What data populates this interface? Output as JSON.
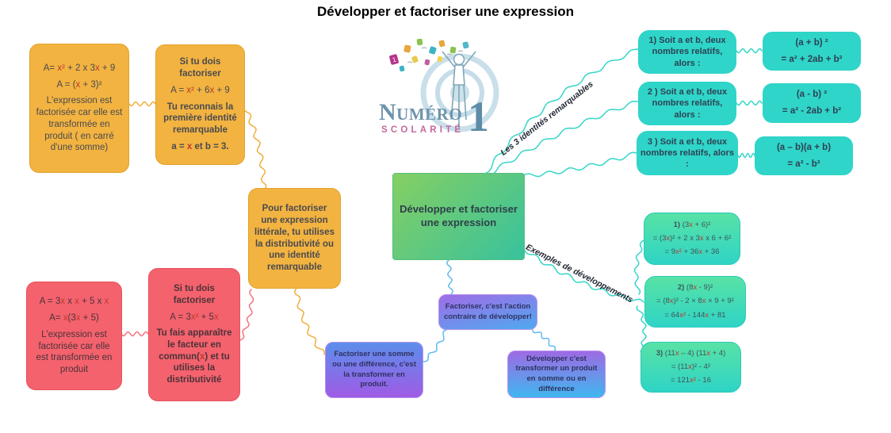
{
  "title": "Développer et factoriser une expression",
  "central": {
    "text": "Développer et factoriser une expression"
  },
  "branch_labels": {
    "identities": "Les 3 identités remarquables",
    "examples": "Exemples de développements"
  },
  "logo": {
    "word1": "Numéro",
    "numeral": "1",
    "word2": "SCOLARITÉ"
  },
  "colors": {
    "yellow_node": "#F2B340",
    "red_node": "#F4626E",
    "teal_node": "#2FD5C8",
    "central_gradient": [
      "#85CF62",
      "#38C29D"
    ],
    "example_gradient": [
      "#58E2A5",
      "#2FD4C6"
    ],
    "purple_blue_gradient": [
      "#9E6AE4",
      "#3FB7EF"
    ],
    "variable_red": "#C0392B",
    "wire_yellow": "#EFAF3C",
    "wire_red": "#F2737E",
    "wire_blue": "#5FB9F2",
    "wire_teal": "#35D6C8"
  },
  "yellow_branch": {
    "box1": {
      "line1": [
        [
          "A= ",
          "d"
        ],
        [
          "x²",
          "r"
        ],
        [
          " + 2 x 3",
          "d"
        ],
        [
          "x",
          "r"
        ],
        [
          " + 9",
          "d"
        ]
      ],
      "line2": [
        [
          "A = (",
          "d"
        ],
        [
          "x",
          "r"
        ],
        [
          " + 3)²",
          "d"
        ]
      ],
      "line3": "L'expression est factorisée car elle est transformée en produit ( en carré d'une somme)"
    },
    "box2": {
      "heading": "Si tu dois factoriser",
      "formula": [
        [
          "A = ",
          "d"
        ],
        [
          "x²",
          "r"
        ],
        [
          " + 6",
          "d"
        ],
        [
          "x",
          "r"
        ],
        [
          " + 9",
          "d"
        ]
      ],
      "body": "Tu reconnais la première identité remarquable",
      "conclusion": [
        [
          "a = ",
          "d"
        ],
        [
          "x",
          "r"
        ],
        [
          " et b = 3.",
          "d"
        ]
      ]
    },
    "box3": {
      "text": "Pour factoriser une expression littérale, tu utilises la distributivité ou une identité remarquable"
    }
  },
  "red_branch": {
    "box1": {
      "line1": [
        [
          "A = 3",
          "d"
        ],
        [
          "x",
          "r"
        ],
        [
          " x ",
          "d"
        ],
        [
          "x",
          "r"
        ],
        [
          " + 5 x ",
          "d"
        ],
        [
          "x",
          "r"
        ]
      ],
      "line2": [
        [
          "A= ",
          "d"
        ],
        [
          "x",
          "r"
        ],
        [
          "(3",
          "d"
        ],
        [
          "x",
          "r"
        ],
        [
          " + 5)",
          "d"
        ]
      ],
      "line3": "L'expression est factorisée car elle est transformée en produit"
    },
    "box2": {
      "heading": "Si tu dois factoriser",
      "formula": [
        [
          "A = 3",
          "d"
        ],
        [
          "x²",
          "r"
        ],
        [
          " + 5",
          "d"
        ],
        [
          "x",
          "r"
        ]
      ],
      "body": [
        [
          "Tu fais apparaître le facteur en commun(",
          "d"
        ],
        [
          "x",
          "r"
        ],
        [
          ") et tu utilises la distributivité",
          "d"
        ]
      ]
    }
  },
  "identities": [
    {
      "statement": "1) Soit a et b, deux nombres relatifs, alors :",
      "formula_top": "(a + b) ²",
      "formula_bottom": "= a² + 2ab + b²"
    },
    {
      "statement": "2 ) Soit a et b, deux nombres relatifs, alors :",
      "formula_top": "(a - b) ²",
      "formula_bottom": "= a² - 2ab + b²"
    },
    {
      "statement": "3 ) Soit a et b, deux nombres relatifs, alors :",
      "formula_top": "(a – b)(a + b)",
      "formula_bottom": "= a² - b²"
    }
  ],
  "examples": [
    {
      "l1": [
        [
          "1)",
          "b"
        ],
        [
          " (3",
          "d"
        ],
        [
          "x",
          "r"
        ],
        [
          " + 6)²",
          "d"
        ]
      ],
      "l2": [
        [
          "= (3",
          "d"
        ],
        [
          "x",
          "r"
        ],
        [
          ")² + 2 x 3",
          "d"
        ],
        [
          "x",
          "r"
        ],
        [
          " x 6 + 6²",
          "d"
        ]
      ],
      "l3": [
        [
          "= 9",
          "d"
        ],
        [
          "x²",
          "r"
        ],
        [
          " + 36",
          "d"
        ],
        [
          "x",
          "r"
        ],
        [
          " + 36",
          "d"
        ]
      ]
    },
    {
      "l1": [
        [
          "2)",
          "b"
        ],
        [
          " (8",
          "d"
        ],
        [
          "x",
          "r"
        ],
        [
          " - 9)²",
          "d"
        ]
      ],
      "l2": [
        [
          "= (8",
          "d"
        ],
        [
          "x",
          "r"
        ],
        [
          ")² - 2 × 8",
          "d"
        ],
        [
          "x",
          "r"
        ],
        [
          " × 9 + 9²",
          "d"
        ]
      ],
      "l3": [
        [
          "= 64",
          "d"
        ],
        [
          "x²",
          "r"
        ],
        [
          " - 144",
          "d"
        ],
        [
          "x",
          "r"
        ],
        [
          " + 81",
          "d"
        ]
      ]
    },
    {
      "l1": [
        [
          "3)",
          "b"
        ],
        [
          " (11",
          "d"
        ],
        [
          "x",
          "r"
        ],
        [
          " – 4) (11",
          "d"
        ],
        [
          "x",
          "r"
        ],
        [
          " + 4)",
          "d"
        ]
      ],
      "l2": [
        [
          "= (11",
          "d"
        ],
        [
          "x",
          "r"
        ],
        [
          ")² - 4²",
          "d"
        ]
      ],
      "l3": [
        [
          "= 121",
          "d"
        ],
        [
          "x²",
          "r"
        ],
        [
          " - 16",
          "d"
        ]
      ]
    }
  ],
  "definitions": {
    "contraire": "Factoriser, c'est l'action contraire de développer!",
    "somme": "Factoriser une somme ou une différence, c'est la transformer en produit.",
    "developper": "Développer c'est transformer un produit en somme ou en différence"
  }
}
